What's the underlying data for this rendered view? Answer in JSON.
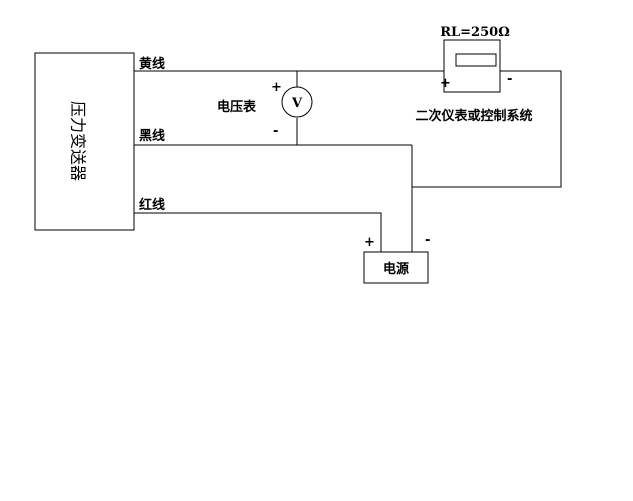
{
  "transmitter": {
    "label": "压力变送器"
  },
  "wires": {
    "yellow": "黄线",
    "black": "黑线",
    "red": "红线"
  },
  "voltmeter": {
    "label": "电压表",
    "symbol": "V",
    "plus": "+",
    "minus": "-"
  },
  "instrument": {
    "resistance": "RL=250Ω",
    "label": "二次仪表或控制系统",
    "plus": "+",
    "minus": "-"
  },
  "power": {
    "label": "电源",
    "plus": "+",
    "minus": "-"
  }
}
